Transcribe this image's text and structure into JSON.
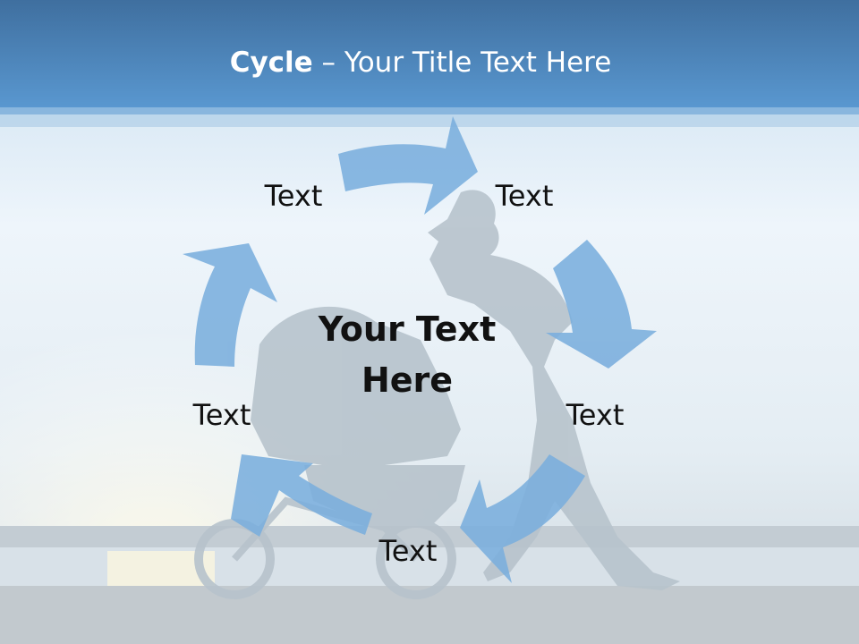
{
  "title": {
    "bold": "Cycle",
    "rest": " – Your Title Text Here"
  },
  "center_text": [
    "Your Text",
    "Here"
  ],
  "nodes": [
    "Text",
    "Text",
    "Text",
    "Text",
    "Text"
  ],
  "colors": {
    "header": "#4a86c0",
    "arrow": "#7aaedd",
    "sky": "#e8f1f8"
  }
}
